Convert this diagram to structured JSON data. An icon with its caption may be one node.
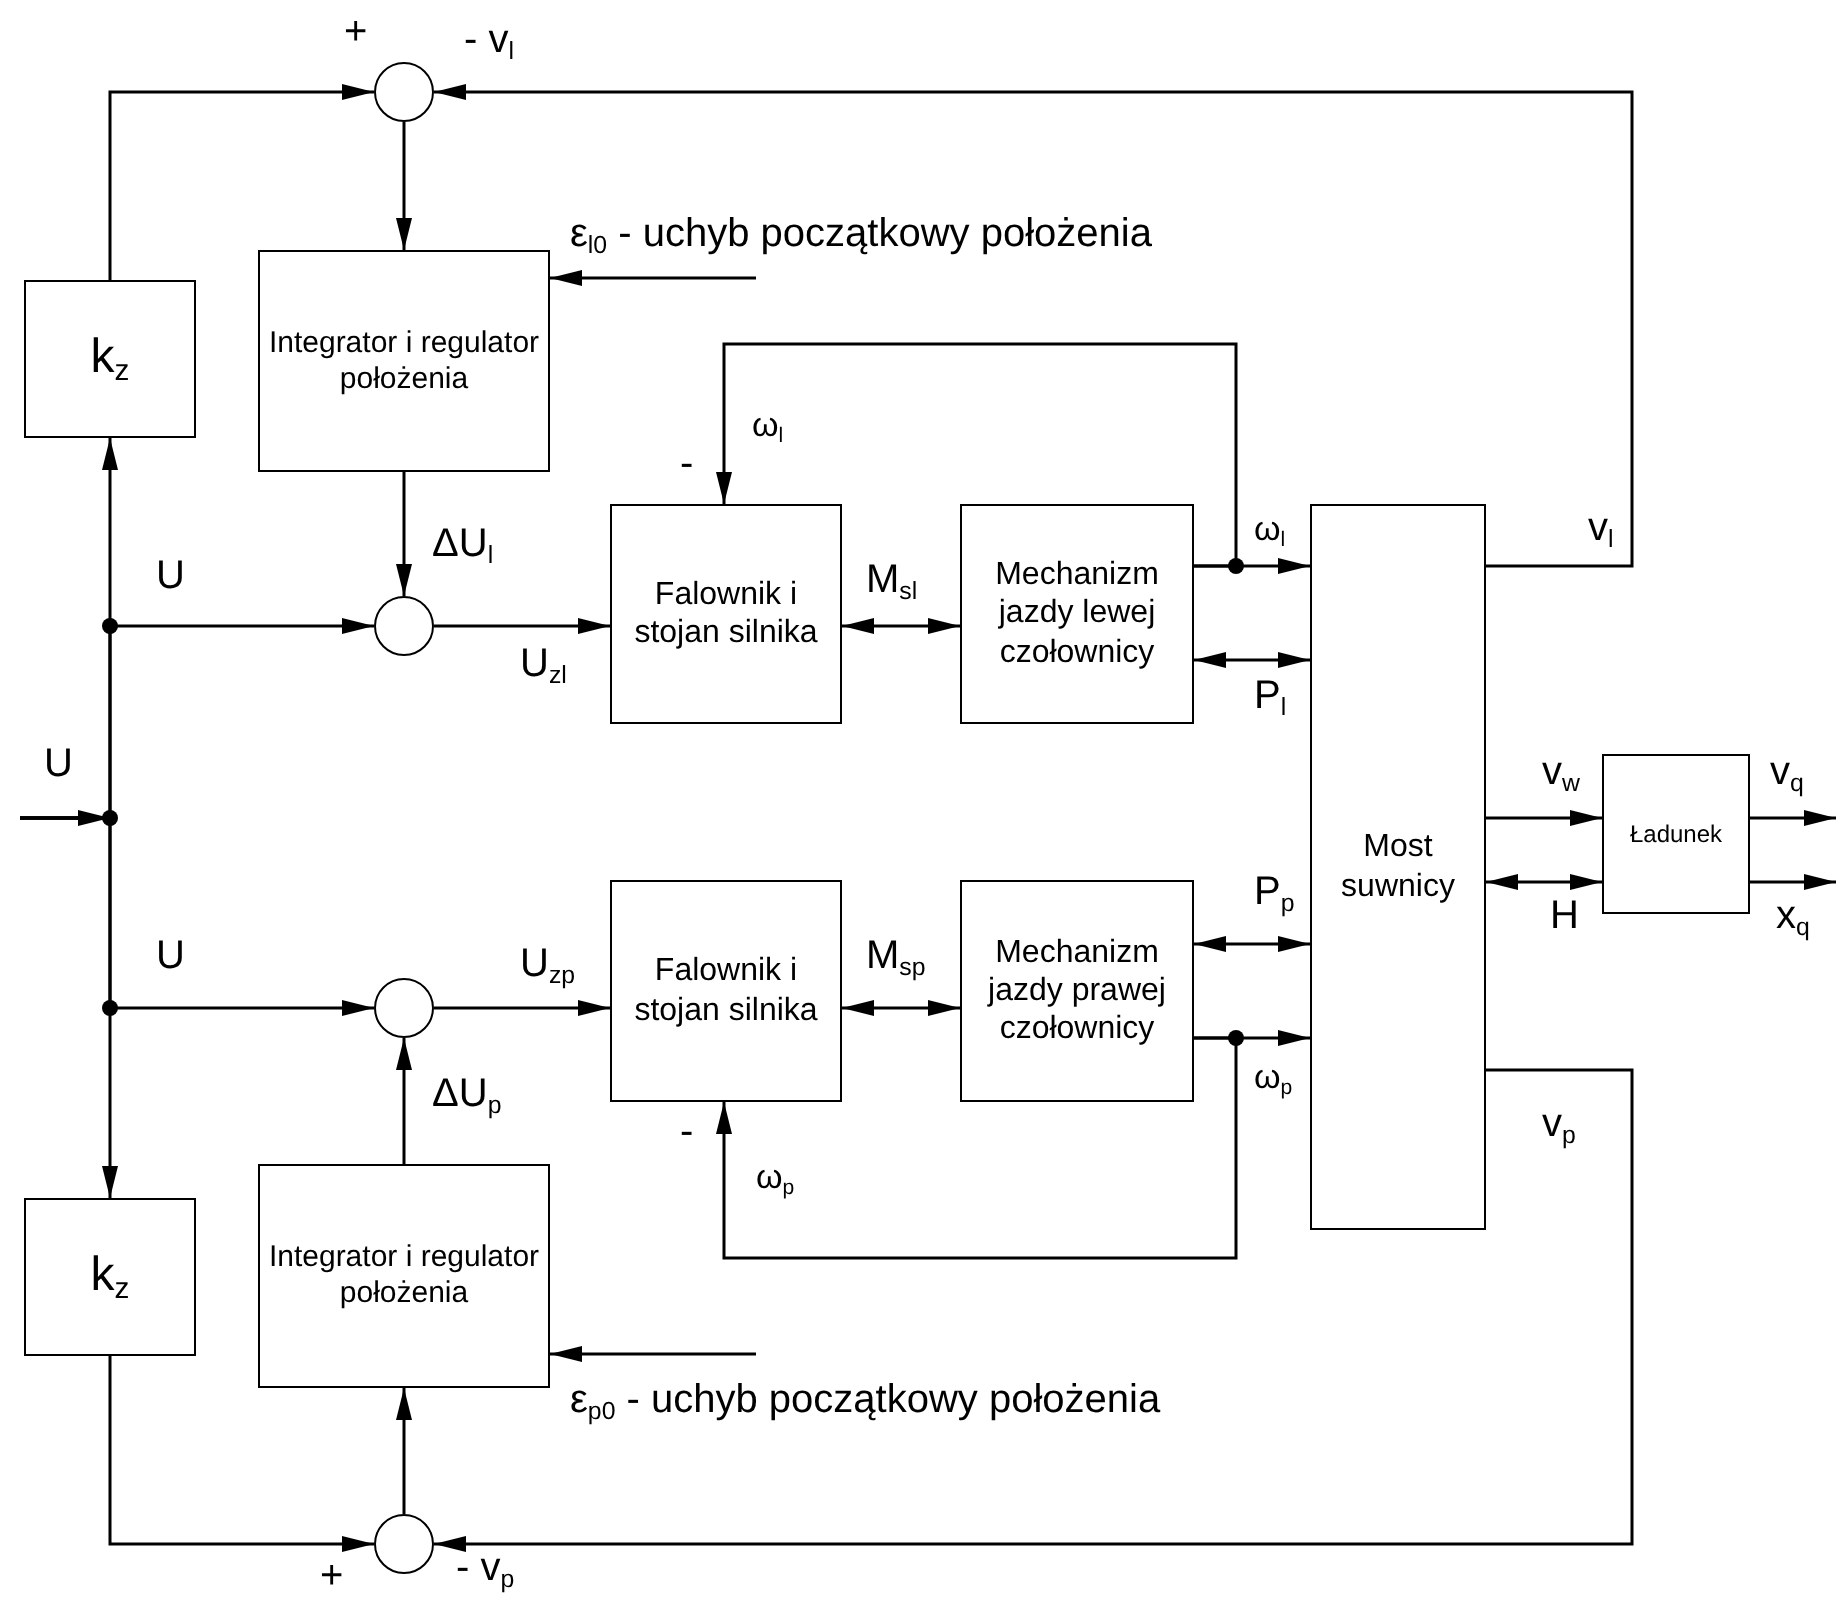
{
  "diagram": {
    "nodes": [
      {
        "text": [],
        "shape": "circle"
      },
      {
        "text": [
          "k$_{z}$"
        ]
      },
      {
        "text": [
          "Integrator i regulator położenia"
        ]
      },
      {
        "text": [],
        "shape": "circle"
      },
      {
        "text": [
          "Falownik i stojan silnika"
        ]
      },
      {
        "text": [
          "Mechanizm jazdy lewej czołownicy"
        ]
      },
      {
        "text": [
          "Most suwnicy"
        ]
      },
      {
        "text": [
          "Ładunek"
        ]
      },
      {
        "text": [
          "Falownik i stojan silnika"
        ]
      },
      {
        "text": [
          "Mechanizm jazdy prawej czołownicy"
        ]
      },
      {
        "text": [],
        "shape": "circle"
      },
      {
        "text": [
          "k$_{z}$"
        ]
      },
      {
        "text": [
          "Integrator i regulator położenia"
        ]
      },
      {
        "text": [],
        "shape": "circle"
      }
    ],
    "edges": [
      {
        "from": null,
        "to": 3,
        "arrow": "to",
        "label": "U"
      },
      {
        "from": null,
        "to": 10,
        "arrow": "to",
        "label": "U"
      },
      {
        "from": null,
        "to": 1,
        "arrow": "to"
      },
      {
        "from": null,
        "to": 11,
        "arrow": "to"
      },
      {
        "from": 1,
        "to": 0,
        "arrow": "to",
        "label": "+"
      },
      {
        "from": 6,
        "to": 0,
        "arrow": "to",
        "label": "v$_{l}$"
      },
      {
        "from": 0,
        "to": 2,
        "arrow": "to"
      },
      {
        "from": null,
        "to": 2,
        "arrow": "to",
        "label": "ε$_{l0}$ - uchyb początkowy położenia"
      },
      {
        "from": 2,
        "to": 3,
        "arrow": "to",
        "label": "ΔU$_{l}$"
      },
      {
        "from": 3,
        "to": 4,
        "arrow": "to",
        "label": "U$_{zl}$"
      },
      {
        "from": 4,
        "to": 5,
        "arrow": "both",
        "label": "M$_{sl}$"
      },
      {
        "from": 5,
        "to": 6,
        "arrow": "to",
        "label": "ω$_{l}$"
      },
      {
        "from": 5,
        "to": 4,
        "arrow": "to",
        "label": "ω$_{l}$"
      },
      {
        "from": 5,
        "to": 6,
        "arrow": "both",
        "label": "P$_{l}$"
      },
      {
        "from": 6,
        "to": 7,
        "arrow": "to",
        "label": "v$_{w}$"
      },
      {
        "from": 6,
        "to": 7,
        "arrow": "both",
        "label": "H"
      },
      {
        "from": 7,
        "to": null,
        "arrow": "to",
        "label": "v$_{q}$"
      },
      {
        "from": 7,
        "to": null,
        "arrow": "to",
        "label": "x$_{q}$"
      },
      {
        "from": 6,
        "to": 13,
        "arrow": "to",
        "label": "v$_{p}$"
      },
      {
        "from": 11,
        "to": 13,
        "arrow": "to",
        "label": "+"
      },
      {
        "from": 13,
        "to": 12,
        "arrow": "to"
      },
      {
        "from": null,
        "to": 12,
        "arrow": "to",
        "label": "ε$_{p0}$ - uchyb początkowy położenia"
      },
      {
        "from": 12,
        "to": 10,
        "arrow": "to",
        "label": "ΔU$_{p}$"
      },
      {
        "from": 10,
        "to": 8,
        "arrow": "to",
        "label": "U$_{zp}$"
      },
      {
        "from": 8,
        "to": 9,
        "arrow": "both",
        "label": "M$_{sp}$"
      },
      {
        "from": 9,
        "to": 6,
        "arrow": "both",
        "label": "P$_{p}$"
      },
      {
        "from": 9,
        "to": 6,
        "arrow": "to",
        "label": "ω$_{p}$"
      },
      {
        "from": 9,
        "to": 8,
        "arrow": "to",
        "label": "ω$_{p}$"
      }
    ],
    "labels": [
      "- v$_{l}$",
      "-",
      "U",
      "-",
      "- v$_{p}$"
    ]
  }
}
